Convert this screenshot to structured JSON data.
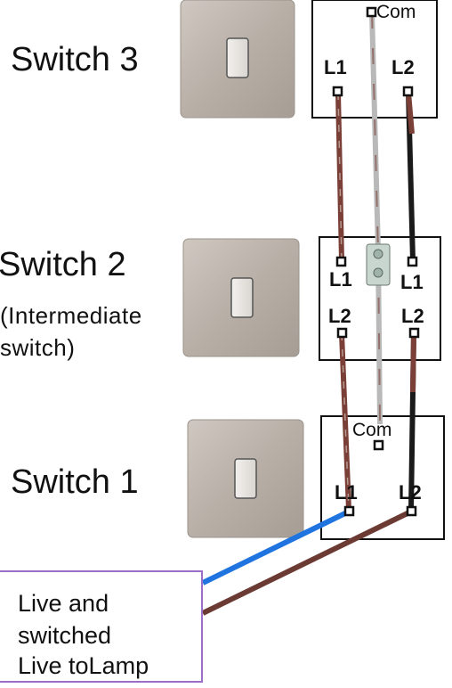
{
  "switches": {
    "switch3": {
      "label": "Switch 3"
    },
    "switch2": {
      "label": "Switch 2",
      "sublabel_line1": "(Intermediate",
      "sublabel_line2": "switch)"
    },
    "switch1": {
      "label": "Switch 1"
    }
  },
  "terminals": {
    "com": "Com",
    "l1": "L1",
    "l2": "L2"
  },
  "legend": {
    "line1": "Live and",
    "line2": "switched",
    "line3": "Live toLamp"
  },
  "colors": {
    "brown_wire": "#7a3f36",
    "black_wire": "#1a1a1a",
    "grey_wire": "#b9b9b9",
    "blue_wire": "#1f74e0",
    "legend_border": "#9b6fc7",
    "plate": "#b9b1a9"
  }
}
